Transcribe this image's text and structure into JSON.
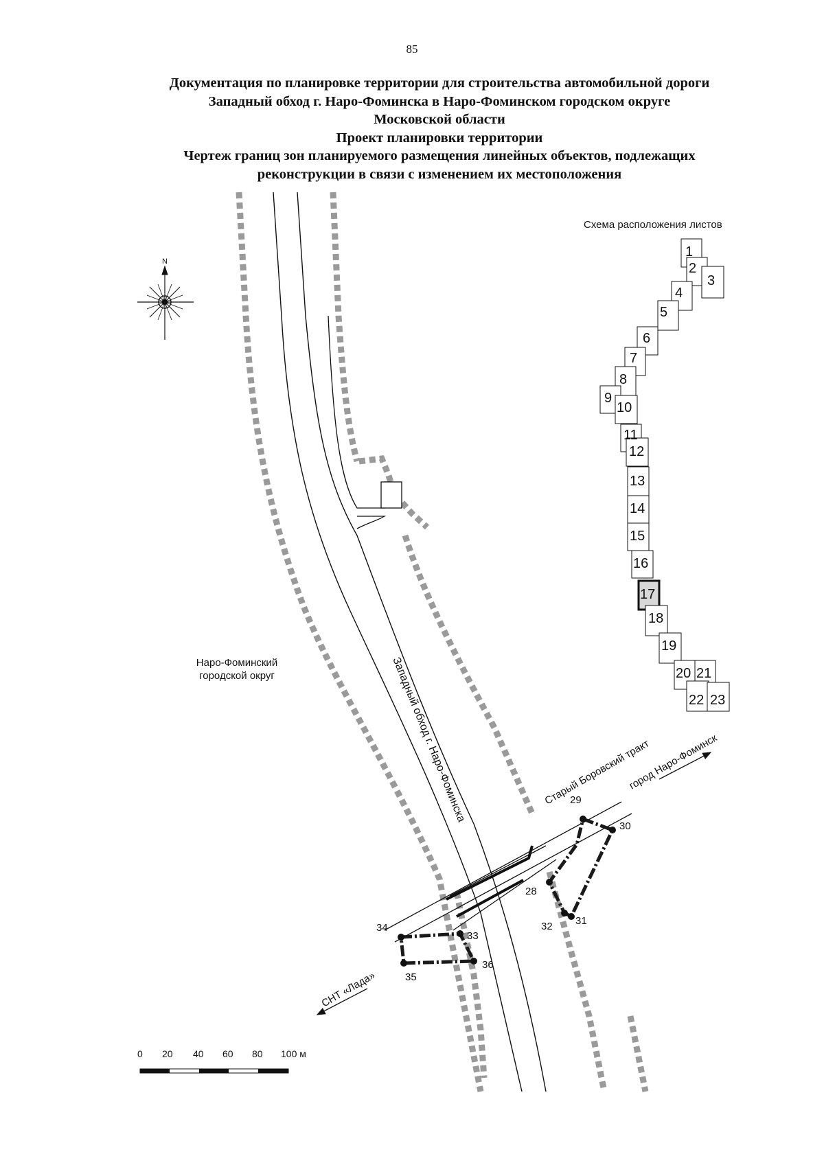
{
  "page_number": "85",
  "title_lines": [
    "Документация по планировке территории для строительства автомобильной дороги",
    "Западный обход г. Наро-Фоминска в Наро-Фоминском городском округе",
    "Московской области",
    "Проект планировки территории",
    "Чертеж границ зон планируемого размещения линейных объектов, подлежащих",
    "реконструкции в связи с изменением их местоположения"
  ],
  "compass": {
    "north_label": "N",
    "icon": "compass-rose-icon"
  },
  "sheet_scheme": {
    "title": "Схема расположения листов",
    "sheets": [
      "1",
      "2",
      "3",
      "4",
      "5",
      "6",
      "7",
      "8",
      "9",
      "10",
      "11",
      "12",
      "13",
      "14",
      "15",
      "16",
      "17",
      "18",
      "19",
      "20",
      "21",
      "22",
      "23"
    ],
    "current_sheet": "17"
  },
  "labels": {
    "district": [
      "Наро-Фоминский",
      "городской округ"
    ],
    "road_main": "Западный обход г. Наро-Фоминска",
    "road_old": "Старый Боровский тракт",
    "to_city": "город Наро-Фоминск",
    "to_snt": "СНТ «Лада»"
  },
  "points": [
    "28",
    "29",
    "30",
    "31",
    "32",
    "33",
    "34",
    "35",
    "36"
  ],
  "scale_bar": {
    "ticks": [
      "0",
      "20",
      "40",
      "60",
      "80",
      "100 м"
    ]
  },
  "colors": {
    "ink": "#111111",
    "hatch": "#9a9a9a",
    "boundary": "#1a1a1a"
  }
}
